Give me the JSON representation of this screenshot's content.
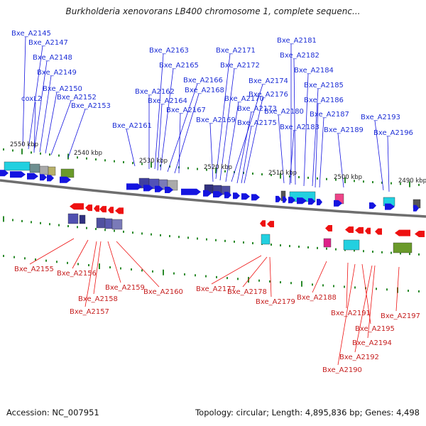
{
  "title": "Burkholderia xenovorans LB400 chromosome 1, complete sequenc...",
  "footer": {
    "accession": "Accession: NC_007951",
    "summary": "Topology: circular; Length: 4,895,836 bp; Genes: 4,498"
  },
  "kbp_ticks": [
    "2550 kbp",
    "2540 kbp",
    "2530 kbp",
    "2520 kbp",
    "2510 kbp",
    "2500 kbp",
    "2490 kbp"
  ],
  "colors": {
    "forward": "#1414e0",
    "reverse": "#ee1111",
    "backbone": "#6e6e6e",
    "tick": "#2a8a2a"
  },
  "top_labels": [
    "Bxe_A2145",
    "Bxe_A2147",
    "Bxe_A2148",
    "Bxe_A2149",
    "Bxe_A2150",
    "coxL2",
    "Bxe_A2152",
    "Bxe_A2153",
    "Bxe_A2163",
    "Bxe_A2165",
    "Bxe_A2166",
    "Bxe_A2162",
    "Bxe_A2168",
    "Bxe_A2164",
    "Bxe_A2167",
    "Bxe_A2161",
    "Bxe_A2171",
    "Bxe_A2172",
    "Bxe_A2174",
    "Bxe_A2170",
    "Bxe_A2173",
    "Bxe_A2169",
    "Bxe_A2175",
    "Bxe_A2176",
    "Bxe_A2181",
    "Bxe_A2182",
    "Bxe_A2184",
    "Bxe_A2185",
    "Bxe_A2186",
    "Bxe_A2180",
    "Bxe_A2187",
    "Bxe_A2183",
    "Bxe_A2189",
    "Bxe_A2193",
    "Bxe_A2196"
  ],
  "bottom_labels": [
    "Bxe_A2155",
    "Bxe_A2156",
    "Bxe_A2159",
    "Bxe_A2160",
    "Bxe_A2158",
    "Bxe_A2157",
    "Bxe_A2177",
    "Bxe_A2178",
    "Bxe_A2179",
    "Bxe_A2188",
    "Bxe_A2191",
    "Bxe_A2197",
    "Bxe_A2195",
    "Bxe_A2194",
    "Bxe_A2192",
    "Bxe_A2190"
  ]
}
